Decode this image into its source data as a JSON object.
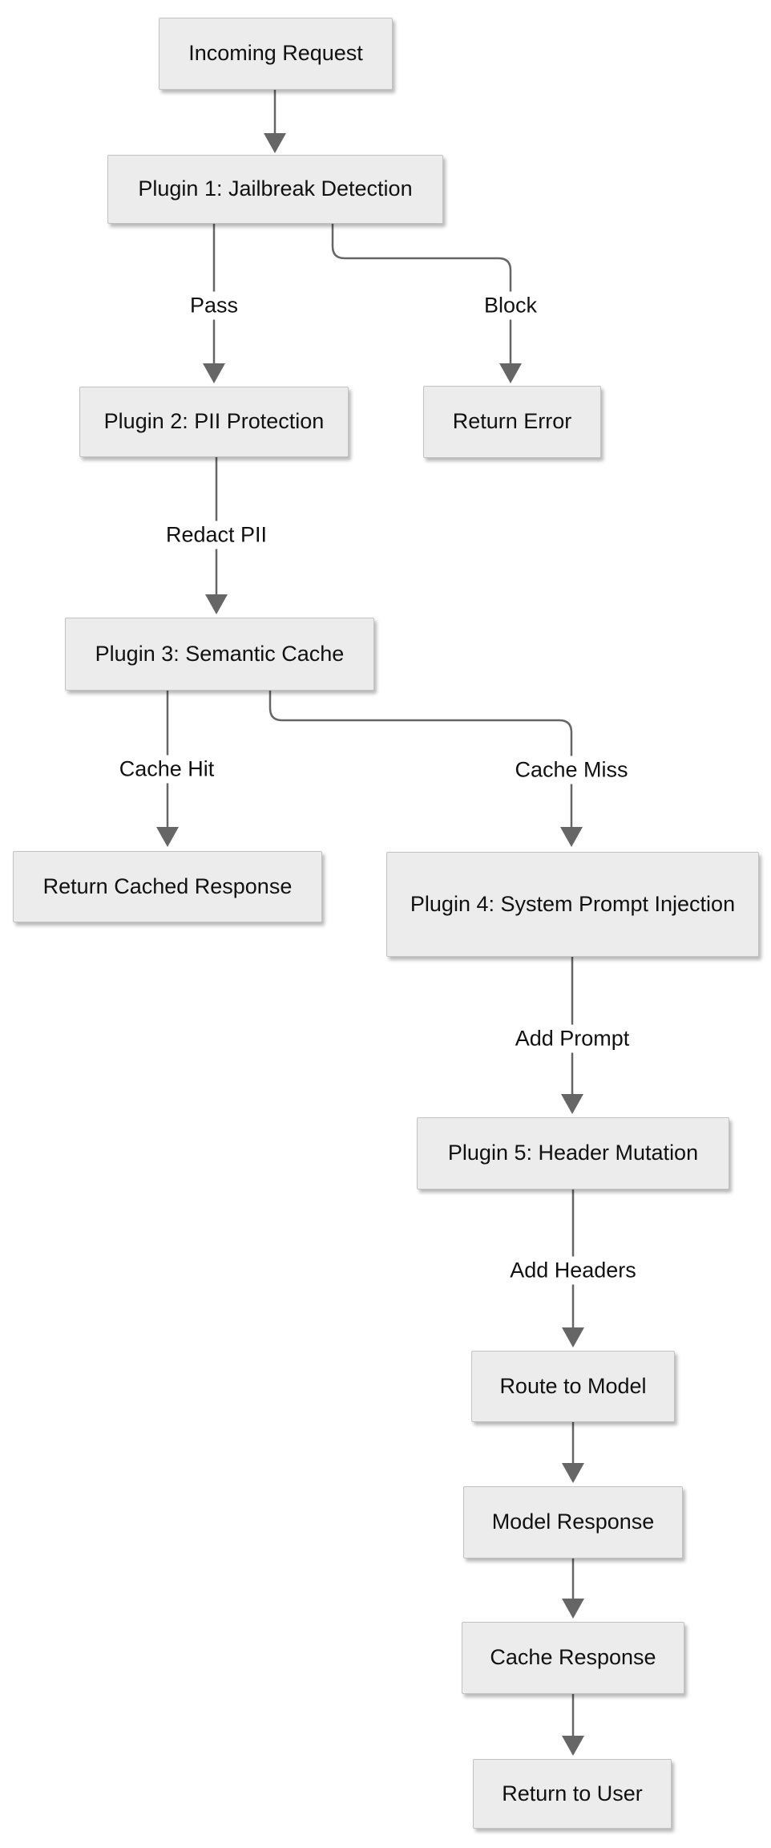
{
  "diagram": {
    "type": "flowchart-top-down",
    "colors": {
      "background": "#ffffff",
      "node_fill": "#ececec",
      "node_border": "#c2c2c2",
      "edge": "#666666",
      "text": "#111111"
    },
    "nodes": {
      "incoming_request": {
        "label": "Incoming Request"
      },
      "plugin1": {
        "label": "Plugin 1: Jailbreak Detection"
      },
      "plugin2": {
        "label": "Plugin 2: PII Protection"
      },
      "return_error": {
        "label": "Return Error"
      },
      "plugin3": {
        "label": "Plugin 3: Semantic Cache"
      },
      "return_cached": {
        "label": "Return Cached Response"
      },
      "plugin4": {
        "label": "Plugin 4: System Prompt Injection"
      },
      "plugin5": {
        "label": "Plugin 5: Header Mutation"
      },
      "route_to_model": {
        "label": "Route to Model"
      },
      "model_response": {
        "label": "Model Response"
      },
      "cache_response": {
        "label": "Cache Response"
      },
      "return_to_user": {
        "label": "Return to User"
      }
    },
    "edges": [
      {
        "from": "incoming_request",
        "to": "plugin1",
        "label": ""
      },
      {
        "from": "plugin1",
        "to": "plugin2",
        "label": "Pass"
      },
      {
        "from": "plugin1",
        "to": "return_error",
        "label": "Block"
      },
      {
        "from": "plugin2",
        "to": "plugin3",
        "label": "Redact PII"
      },
      {
        "from": "plugin3",
        "to": "return_cached",
        "label": "Cache Hit"
      },
      {
        "from": "plugin3",
        "to": "plugin4",
        "label": "Cache Miss"
      },
      {
        "from": "plugin4",
        "to": "plugin5",
        "label": "Add Prompt"
      },
      {
        "from": "plugin5",
        "to": "route_to_model",
        "label": "Add Headers"
      },
      {
        "from": "route_to_model",
        "to": "model_response",
        "label": ""
      },
      {
        "from": "model_response",
        "to": "cache_response",
        "label": ""
      },
      {
        "from": "cache_response",
        "to": "return_to_user",
        "label": ""
      }
    ]
  }
}
